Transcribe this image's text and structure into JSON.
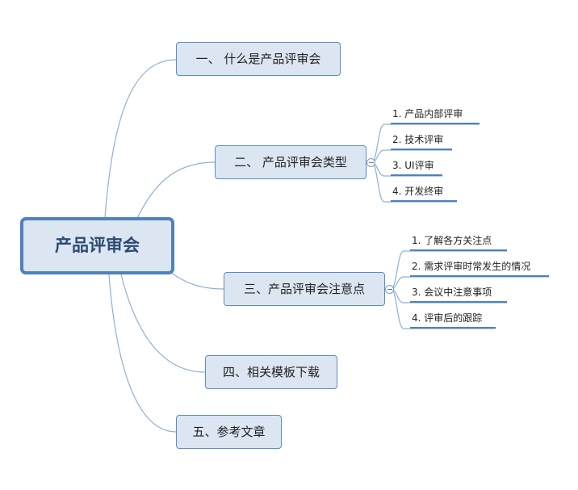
{
  "root": {
    "label": "产品评审会"
  },
  "branches": [
    {
      "label": "一、 什么是产品评审会",
      "children": []
    },
    {
      "label": "二、 产品评审会类型",
      "children": [
        "1. 产品内部评审",
        "2. 技术评审",
        "3. UI评审",
        "4. 开发终审"
      ]
    },
    {
      "label": "三、产品评审会注意点",
      "children": [
        "1. 了解各方关注点",
        "2. 需求评审时常发生的情况",
        "3. 会议中注意事项",
        "4. 评审后的跟踪"
      ]
    },
    {
      "label": "四、相关模板下载",
      "children": []
    },
    {
      "label": "五、参考文章",
      "children": []
    }
  ],
  "colors": {
    "line": "#8fb0d6",
    "node_fill": "#dce6f2",
    "node_border": "#5b8cc7",
    "root_border": "#4f81bd",
    "underline": "#4f81bd"
  }
}
